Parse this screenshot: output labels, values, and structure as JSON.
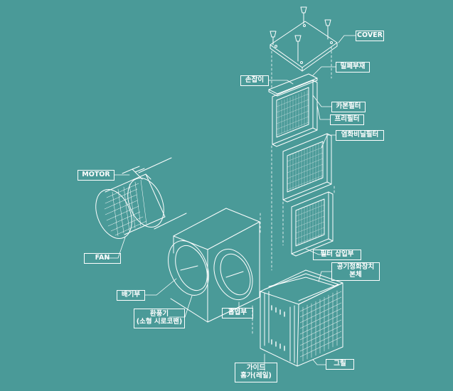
{
  "colors": {
    "background": "#4a9a98",
    "line": "#ffffff"
  },
  "labels": {
    "cover": "COVER",
    "sealing_member": "밀폐부재",
    "handle": "손잡이",
    "carbon_filter": "카본필터",
    "pre_filter": "프리필터",
    "pvc_filter": "염화비닐필터",
    "motor": "MOTOR",
    "filter_insert": "필터 삽입부",
    "purifier_body_line1": "공기정화장치",
    "purifier_body_line2": "본체",
    "fan": "FAN",
    "exhaust": "배기부",
    "ventilator_line1": "환풍기",
    "ventilator_line2": "(소형 시로코팬)",
    "intake": "흡입부",
    "guide_line1": "가이드",
    "guide_line2": "홈가(레일)",
    "grille": "그릴"
  }
}
